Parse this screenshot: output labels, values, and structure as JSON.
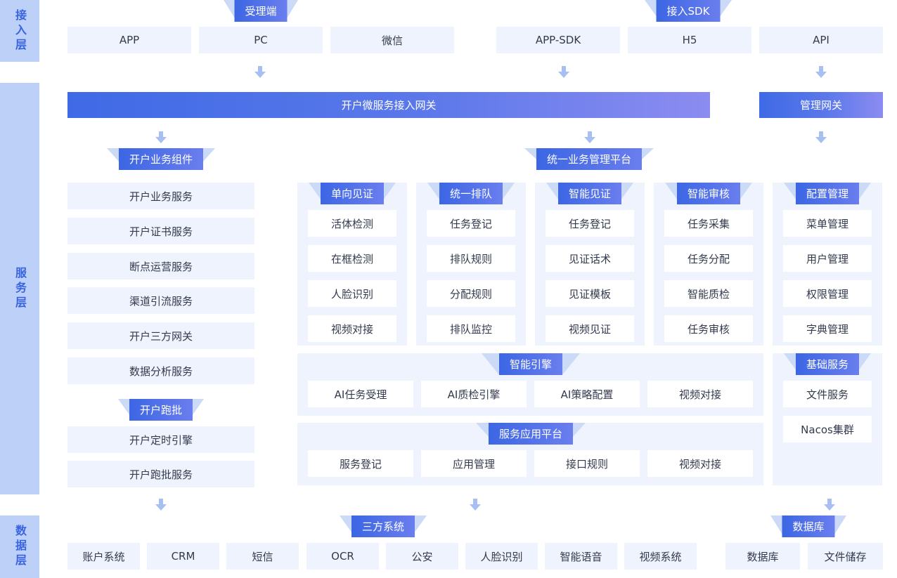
{
  "layers": {
    "access": "接入层",
    "service": "服务层",
    "data": "数据层"
  },
  "access": {
    "left_tag": "受理端",
    "right_tag": "接入SDK",
    "items": [
      "APP",
      "PC",
      "微信",
      "APP-SDK",
      "H5",
      "API"
    ]
  },
  "gateways": {
    "main": "开户微服务接入网关",
    "mgmt": "管理网关"
  },
  "biz": {
    "tag": "开户业务组件",
    "items": [
      "开户业务服务",
      "开户证书服务",
      "断点运营服务",
      "渠道引流服务",
      "开户三方网关",
      "数据分析服务"
    ],
    "batch_tag": "开户跑批",
    "batch_items": [
      "开户定时引擎",
      "开户跑批服务"
    ]
  },
  "platform": {
    "tag": "统一业务管理平台",
    "groups": [
      {
        "title": "单向见证",
        "items": [
          "活体检测",
          "在框检测",
          "人脸识别",
          "视频对接"
        ]
      },
      {
        "title": "统一排队",
        "items": [
          "任务登记",
          "排队规则",
          "分配规则",
          "排队监控"
        ]
      },
      {
        "title": "智能见证",
        "items": [
          "任务登记",
          "见证话术",
          "见证模板",
          "视频见证"
        ]
      },
      {
        "title": "智能审核",
        "items": [
          "任务采集",
          "任务分配",
          "智能质检",
          "任务审核"
        ]
      }
    ],
    "engine": {
      "title": "智能引擎",
      "items": [
        "AI任务受理",
        "AI质检引擎",
        "AI策略配置",
        "视频对接"
      ]
    },
    "app": {
      "title": "服务应用平台",
      "items": [
        "服务登记",
        "应用管理",
        "接口规则",
        "视频对接"
      ]
    }
  },
  "config": {
    "title": "配置管理",
    "items": [
      "菜单管理",
      "用户管理",
      "权限管理",
      "字典管理"
    ]
  },
  "base": {
    "title": "基础服务",
    "items": [
      "文件服务",
      "Nacos集群"
    ]
  },
  "third": {
    "tag": "三方系统",
    "items": [
      "账户系统",
      "CRM",
      "短信",
      "OCR",
      "公安",
      "人脸识别",
      "智能语音",
      "视频系统"
    ]
  },
  "db": {
    "tag": "数据库",
    "items": [
      "数据库",
      "文件储存"
    ]
  },
  "colors": {
    "accent": "#3f6ae6",
    "panel": "#eef3fd",
    "layer": "#bcd0f8",
    "arrow": "#a7bff2"
  }
}
